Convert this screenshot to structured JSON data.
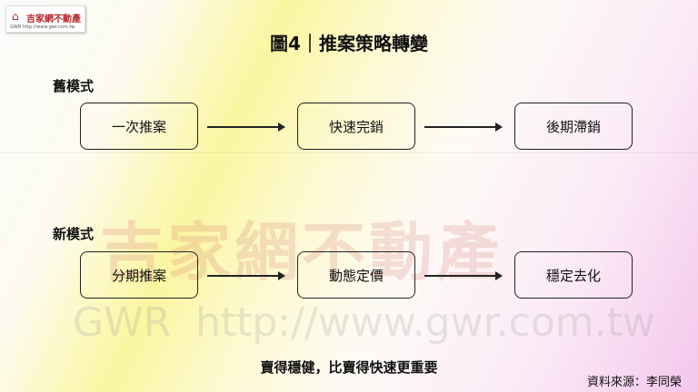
{
  "logo": {
    "name": "吉家網不動產",
    "url": "GWR http://www.gwr.com.tw"
  },
  "title": "圖4｜推案策略轉變",
  "old": {
    "label": "舊模式",
    "steps": [
      "一次推案",
      "快速完銷",
      "後期滯銷"
    ]
  },
  "new": {
    "label": "新模式",
    "steps": [
      "分期推案",
      "動態定價",
      "穩定去化"
    ]
  },
  "watermark": {
    "name": "吉家網不動產",
    "brand": "GWR",
    "url": "http://www.gwr.com.tw"
  },
  "caption": "賣得穩健，比賣得快速更重要",
  "source": "資料來源：李同榮"
}
